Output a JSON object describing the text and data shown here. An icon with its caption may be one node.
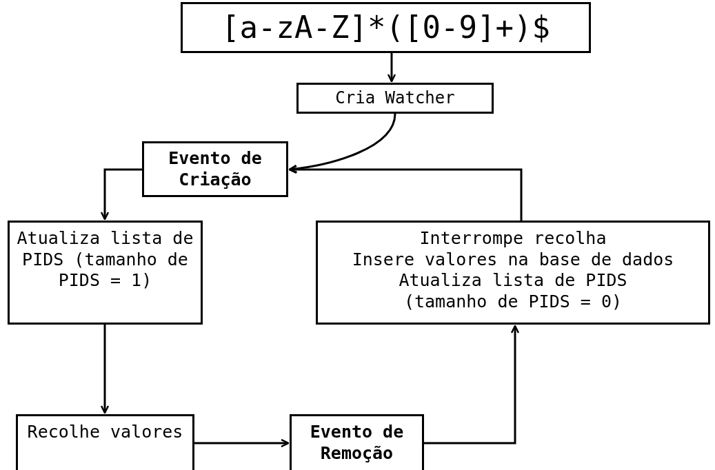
{
  "diagram": {
    "nodes": [
      {
        "text": [
          "[a-zA-Z]*([0-9]+)$"
        ]
      },
      {
        "text": [
          "Cria Watcher"
        ]
      },
      {
        "text": [
          "Evento de Criação"
        ]
      },
      {
        "text": [
          "Atualiza lista de PIDS (tamanho de PIDS = 1)"
        ]
      },
      {
        "text": [
          "Interrompe recolha",
          "Insere valores na base de dados",
          "Atualiza lista de PIDS",
          "(tamanho de PIDS = 0)"
        ]
      },
      {
        "text": [
          "Recolhe valores"
        ]
      },
      {
        "text": [
          "Evento de Remoção"
        ]
      }
    ],
    "edges": [
      {
        "from": 0,
        "to": 1,
        "arrow": "to"
      },
      {
        "from": 1,
        "to": 2,
        "arrow": "to"
      },
      {
        "from": 4,
        "to": 2,
        "arrow": "to"
      },
      {
        "from": 2,
        "to": 3,
        "arrow": "to"
      },
      {
        "from": 3,
        "to": 5,
        "arrow": "to"
      },
      {
        "from": 5,
        "to": 6,
        "arrow": "to"
      },
      {
        "from": 6,
        "to": 4,
        "arrow": "to"
      }
    ]
  }
}
